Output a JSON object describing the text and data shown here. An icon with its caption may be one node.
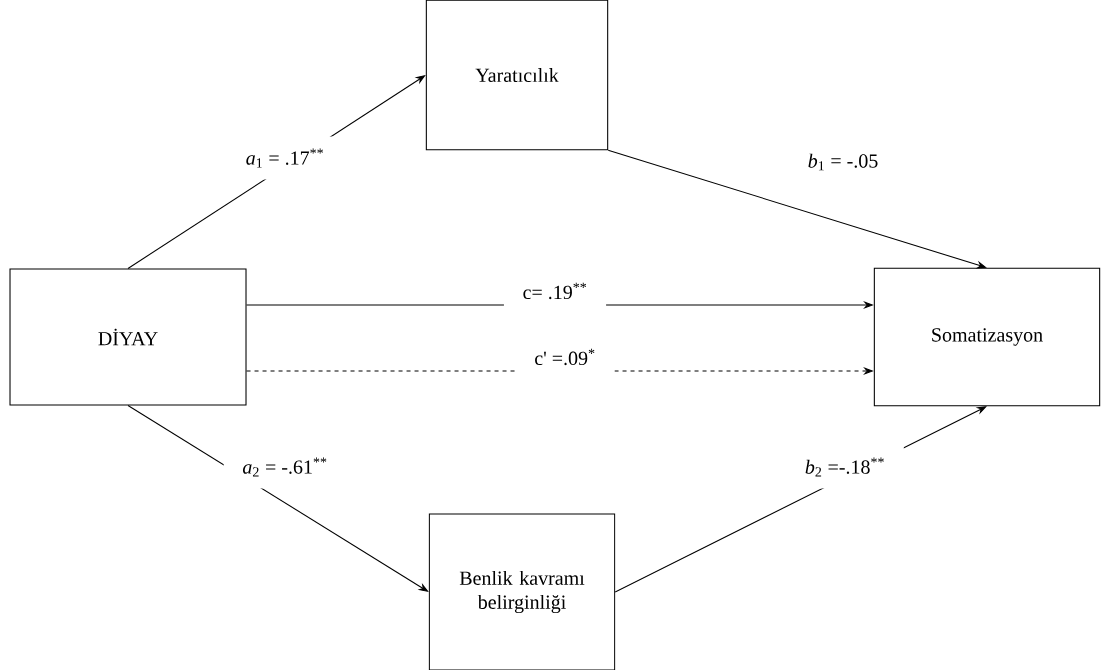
{
  "diagram": {
    "nodes": [
      {
        "text": [
          "DİYAY"
        ]
      },
      {
        "text": [
          "Yaratıcılık"
        ]
      },
      {
        "text": [
          "Somatizasyon"
        ]
      },
      {
        "text": [
          "Benlik kavramı belirginliği"
        ]
      }
    ],
    "edges": [
      {
        "from": 0,
        "to": 1,
        "arrow": "to",
        "label": "*a*$_{1}$ = .17$^{**}$"
      },
      {
        "from": 1,
        "to": 2,
        "arrow": "to",
        "label": "*b*$_{1}$ = -.05"
      },
      {
        "from": 0,
        "to": 2,
        "arrow": "to",
        "label": "c= .19$^{**}$"
      },
      {
        "from": 0,
        "to": 2,
        "arrow": "to",
        "label": "c' =.09$^{*}$",
        "style": "dashed"
      },
      {
        "from": 0,
        "to": 3,
        "arrow": "to",
        "label": "*a*$_{2}$ = -.61$^{**}$"
      },
      {
        "from": 3,
        "to": 2,
        "arrow": "to",
        "label": "*b*$_{2}$ =-.18$^{**}$"
      }
    ]
  }
}
